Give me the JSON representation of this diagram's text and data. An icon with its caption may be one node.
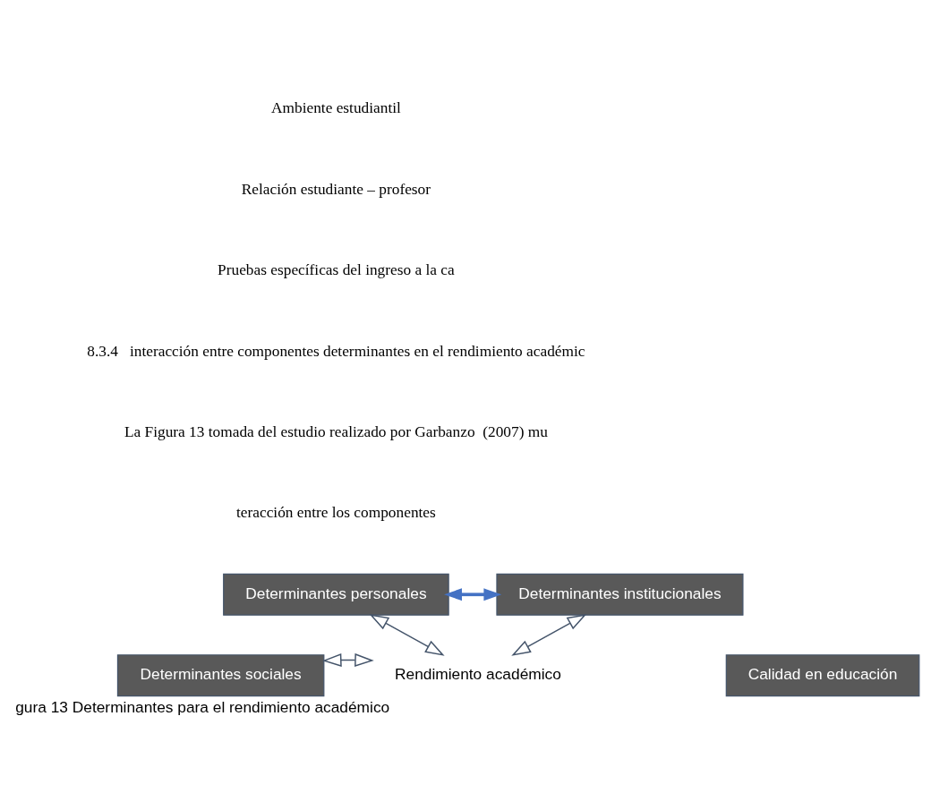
{
  "diagram": {
    "caption": "gura 13 Determinantes para el rendimiento académico",
    "nodes": [
      {
        "text": [
          "Determinantes personales"
        ]
      },
      {
        "text": [
          "Determinantes sociales"
        ]
      },
      {
        "text": [
          "Rendimiento académico"
        ]
      },
      {
        "text": [
          "Determinantes institucionales"
        ]
      },
      {
        "text": [
          "Calidad en educación"
        ]
      }
    ],
    "edges": [
      {
        "from": 0,
        "to": 2,
        "arrow": "both"
      },
      {
        "from": 1,
        "to": 2,
        "arrow": "both"
      },
      {
        "from": 3,
        "to": 2,
        "arrow": "both"
      },
      {
        "from": 0,
        "to": 3,
        "arrow": "both",
        "style": "thick",
        "color": "#4472c4"
      }
    ],
    "labels": [
      "Ambiente estudiantil",
      "Relación estudiante – profesor",
      "Pruebas específicas del ingreso a la ca",
      "8.3.4   interacción entre componentes determinantes en el rendimiento académic",
      "La Figura 13 tomada del estudio realizado por Garbanzo  (2007) mu",
      "teracción entre los componentes"
    ]
  }
}
